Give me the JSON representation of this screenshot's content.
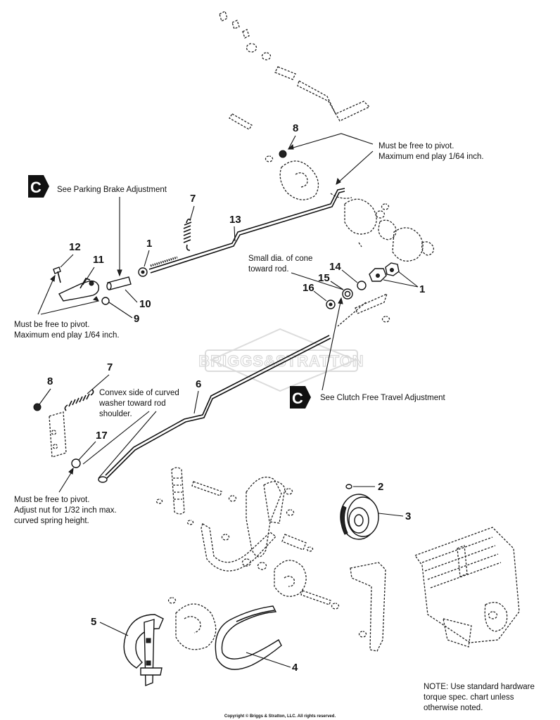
{
  "notes": {
    "pivot_top": [
      "Must be free to pivot.",
      "Maximum end play 1/64 inch."
    ],
    "parking_brake": "See Parking Brake Adjustment",
    "pivot_left": [
      "Must be free to pivot.",
      "Maximum end play 1/64 inch."
    ],
    "cone": [
      "Small dia. of cone",
      "toward rod."
    ],
    "clutch": "See Clutch Free Travel Adjustment",
    "convex": [
      "Convex side of curved",
      "washer toward rod",
      "shoulder."
    ],
    "pivot_bottom": [
      "Must be free to pivot.",
      "Adjust nut for 1/32 inch max.",
      "curved spring height."
    ],
    "hardware": [
      "NOTE: Use standard hardware",
      "torque spec. chart unless",
      "otherwise noted."
    ]
  },
  "badge_letter": "C",
  "watermark": "BRIGGS&STRATTON",
  "copyright": "Copyright © Briggs & Stratton, LLC. All rights reserved.",
  "callouts": {
    "n8_top": "8",
    "n7_top": "7",
    "n13": "13",
    "n12": "12",
    "n11": "11",
    "n1_left": "1",
    "n10": "10",
    "n9": "9",
    "n14": "14",
    "n15": "15",
    "n16": "16",
    "n1_right": "1",
    "n8_left": "8",
    "n7_left": "7",
    "n6": "6",
    "n17": "17",
    "n2": "2",
    "n3": "3",
    "n5": "5",
    "n4": "4"
  }
}
